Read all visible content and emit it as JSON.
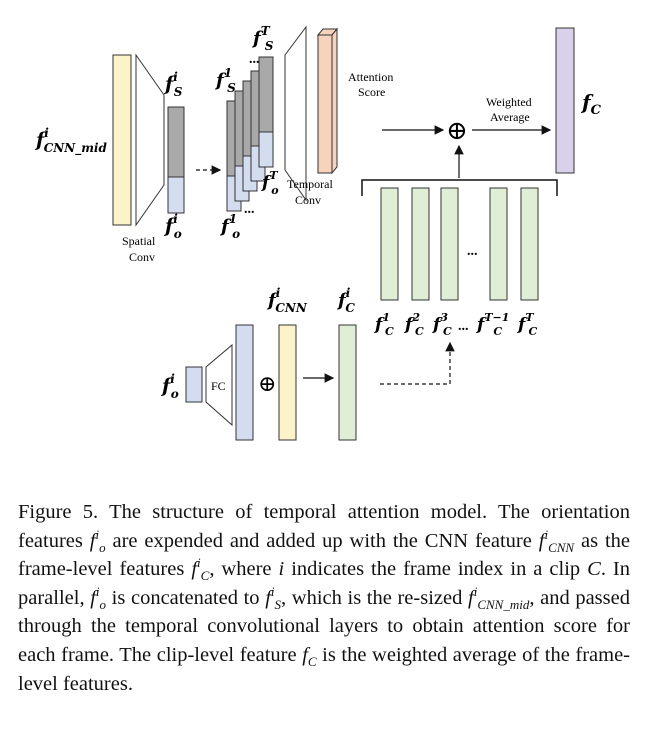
{
  "labels": {
    "f_cnn_mid": {
      "base": "f",
      "sup": "i",
      "sub": "CNN_mid"
    },
    "f_s_i": {
      "base": "f",
      "sup": "i",
      "sub": "S"
    },
    "f_o_i": {
      "base": "f",
      "sup": "i",
      "sub": "o"
    },
    "f_s_1": {
      "base": "f",
      "sup": "1",
      "sub": "S"
    },
    "f_s_T": {
      "base": "f",
      "sup": "T",
      "sub": "S"
    },
    "f_o_T": {
      "base": "f",
      "sup": "T",
      "sub": "o"
    },
    "f_o_1": {
      "base": "f",
      "sup": "1",
      "sub": "o"
    },
    "f_c": {
      "base": "f",
      "sub": "C"
    },
    "f_cnn": {
      "base": "f",
      "sup": "i",
      "sub": "CNN"
    },
    "f_c_i": {
      "base": "f",
      "sup": "i",
      "sub": "C"
    },
    "f_o_bottom": {
      "base": "f",
      "sup": "i",
      "sub": "o"
    },
    "clip": [
      {
        "base": "f",
        "sup": "1",
        "sub": "C"
      },
      {
        "base": "f",
        "sup": "2",
        "sub": "C"
      },
      {
        "base": "f",
        "sup": "3",
        "sub": "C"
      },
      {
        "base": "f",
        "sup": "T−1",
        "sub": "C"
      },
      {
        "base": "f",
        "sup": "T",
        "sub": "C"
      }
    ]
  },
  "text": {
    "spatial_conv_1": "Spatial",
    "spatial_conv_2": "Conv",
    "temporal_conv_1": "Temporal",
    "temporal_conv_2": "Conv",
    "attention_1": "Attention",
    "attention_2": "Score",
    "weighted_1": "Weighted",
    "weighted_2": "Average",
    "fc": "FC",
    "ellipsis": "...",
    "ellipsis_clip": "..."
  },
  "symbols": {
    "oplus": "⊕"
  },
  "colors": {
    "yellow": "#fdf3c8",
    "gray": "#a9a9a9",
    "lightblue": "#d4dcf0",
    "peach": "#f6d3bd",
    "lavender": "#d9d1ea",
    "green": "#e1eed6",
    "outline": "#333333"
  },
  "caption": {
    "p1": "Figure 5. The structure of temporal attention model. The orientation features ",
    "p2": " are expended and added up with the CNN feature ",
    "p3": " as the frame-level features ",
    "p4": ", where ",
    "p5": " indicates the frame index in a clip ",
    "p6": ". In parallel, ",
    "p7": " is concatenated to ",
    "p8": ", which is the re-sized ",
    "p9": ", and passed through the temporal convolutional layers to obtain attention score for each frame. The clip-level feature ",
    "p10": " is the weighted average of the frame-level features.",
    "m1": {
      "base": "f",
      "sup": "i",
      "sub": "o"
    },
    "m2": {
      "base": "f",
      "sup": "i",
      "sub": "CNN"
    },
    "m3": {
      "base": "f",
      "sup": "i",
      "sub": "C"
    },
    "m4": "i",
    "m5": "C",
    "m6": {
      "base": "f",
      "sup": "i",
      "sub": "o"
    },
    "m7": {
      "base": "f",
      "sup": "i",
      "sub": "S"
    },
    "m8": {
      "base": "f",
      "sup": "i",
      "sub": "CNN_mid"
    },
    "m9": {
      "base": "f",
      "sub": "C"
    }
  }
}
